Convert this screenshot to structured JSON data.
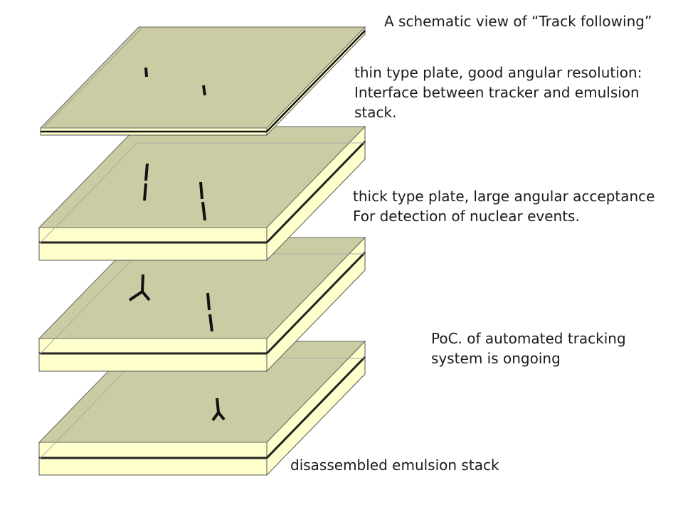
{
  "title": "A schematic view of “Track following”",
  "labels": {
    "thin_plate": [
      "thin type plate, good angular resolution:",
      "Interface between tracker and emulsion",
      "stack."
    ],
    "thick_plate": [
      "thick type plate, large angular acceptance",
      "For detection of nuclear events."
    ],
    "poc": [
      "PoC. of automated tracking",
      "system is ongoing"
    ],
    "stack": "disassembled emulsion stack"
  },
  "colors": {
    "plate_top": "#cccca4",
    "plate_side": "#ffffcc",
    "outline": "#555555",
    "track": "#111111"
  }
}
